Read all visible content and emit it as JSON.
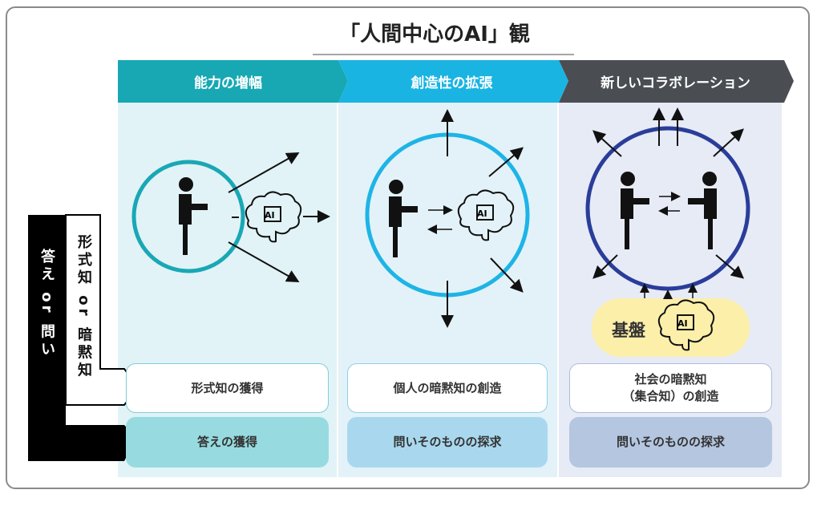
{
  "title": "「人間中心のAI」観",
  "columns": [
    {
      "header": "能力の増幅",
      "box1": "形式知の獲得",
      "box2": "答えの獲得",
      "header_color": "#17a8b4",
      "bg": "#e1f3f6",
      "box2_color": "#97dbe0",
      "circle_color": "#1aa7b5"
    },
    {
      "header": "創造性の拡張",
      "box1": "個人の暗黙知の創造",
      "box2": "問いそのものの探求",
      "header_color": "#1ab4e2",
      "bg": "#e3f2f8",
      "box2_color": "#a9d8ee",
      "circle_color": "#1eb4e6"
    },
    {
      "header": "新しいコラボレーション",
      "box1_line1": "社会の暗黙知",
      "box1_line2": "（集合知）の創造",
      "box2": "問いそのものの探求",
      "header_color": "#4a4d52",
      "bg": "#e7ebf5",
      "box2_color": "#b4c6e0",
      "circle_color": "#2a3d9a"
    }
  ],
  "foundation_label": "基盤",
  "ai_label": "AI",
  "left_labels": {
    "outer": "答え or 問い",
    "inner": "形式知 or 暗黙知"
  }
}
